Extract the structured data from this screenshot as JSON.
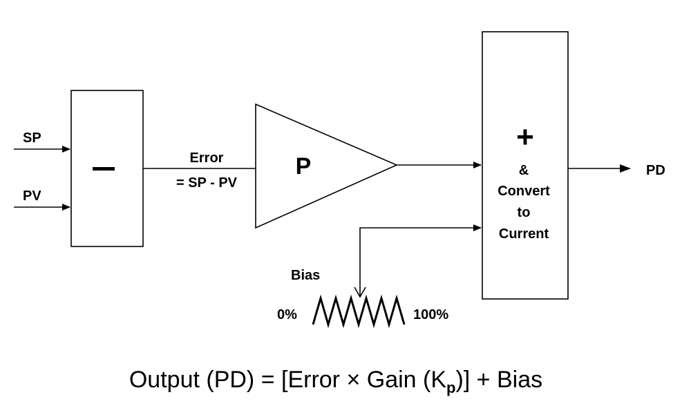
{
  "inputs": {
    "sp_label": "SP",
    "pv_label": "PV"
  },
  "subtract_block": {
    "symbol": "–"
  },
  "error_signal": {
    "line1": "Error",
    "line2": "= SP - PV"
  },
  "p_block": {
    "label": "P"
  },
  "sum_block": {
    "symbol": "+",
    "line1": "&",
    "line2": "Convert",
    "line3": "to",
    "line4": "Current"
  },
  "output": {
    "label": "PD"
  },
  "bias": {
    "label": "Bias",
    "min_label": "0%",
    "max_label": "100%"
  },
  "formula": {
    "prefix": "Output (PD) = [Error × Gain (K",
    "subscript": "p",
    "suffix": ")] + Bias"
  }
}
